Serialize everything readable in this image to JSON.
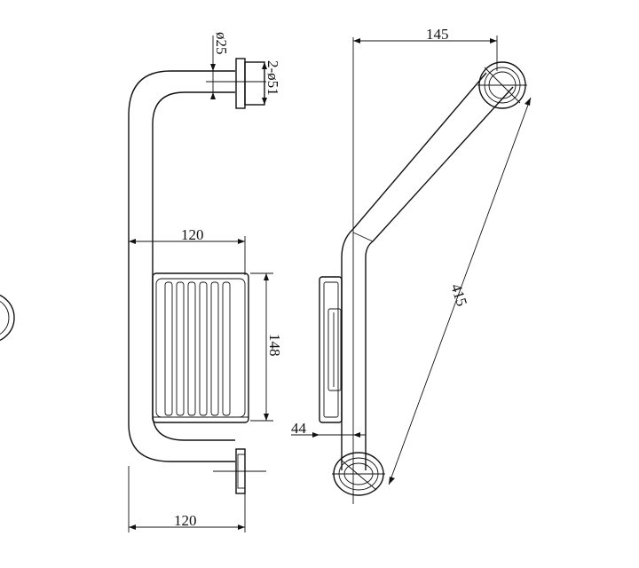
{
  "front_view": {
    "tube_diameter_label": "ø25",
    "flange_diameter_label": "2-ø51",
    "basket_width_label": "120",
    "basket_height_label": "148",
    "base_width_label": "120"
  },
  "side_view": {
    "horizontal_span_label": "145",
    "diagonal_length_label": "415",
    "basket_depth_label": "44"
  }
}
